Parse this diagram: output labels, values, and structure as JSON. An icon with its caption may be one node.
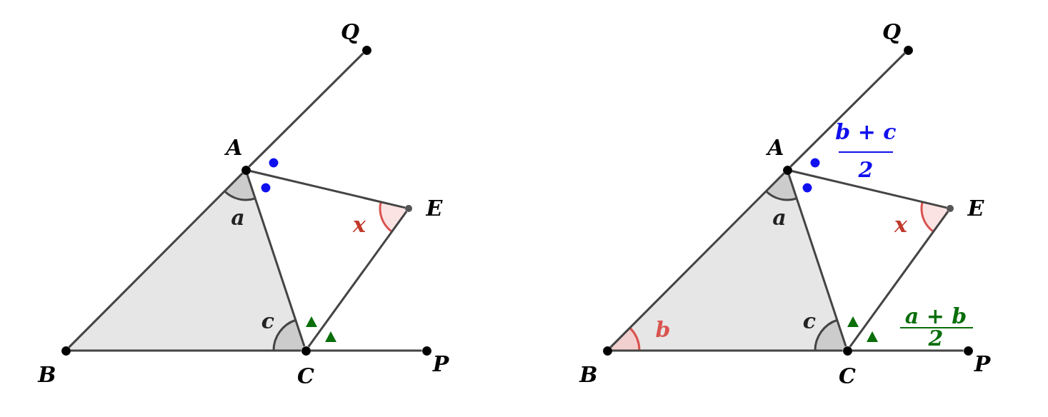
{
  "diagram": {
    "nodes": [
      {
        "text": [],
        "shape": "circle",
        "beside": [
          "Q"
        ]
      },
      {
        "text": [],
        "shape": "circle",
        "beside": [
          "A"
        ]
      },
      {
        "text": [],
        "shape": "circle",
        "beside": [
          "E"
        ]
      },
      {
        "text": [],
        "shape": "circle",
        "beside": [
          "B"
        ]
      },
      {
        "text": [],
        "shape": "circle",
        "beside": [
          "C"
        ]
      },
      {
        "text": [],
        "shape": "circle",
        "beside": [
          "P"
        ]
      },
      {
        "text": [],
        "shape": "circle",
        "beside": [
          "Q"
        ]
      },
      {
        "text": [],
        "shape": "circle",
        "beside": [
          "A"
        ]
      },
      {
        "text": [],
        "shape": "circle",
        "beside": [
          "E"
        ]
      },
      {
        "text": [],
        "shape": "circle",
        "beside": [
          "B"
        ]
      },
      {
        "text": [],
        "shape": "circle",
        "beside": [
          "C"
        ]
      },
      {
        "text": [],
        "shape": "circle",
        "beside": [
          "P"
        ]
      }
    ],
    "edges": [
      {
        "from": 1,
        "to": 0,
        "arrow": "none"
      },
      {
        "from": 1,
        "to": 2,
        "arrow": "none"
      },
      {
        "from": 3,
        "to": 1,
        "arrow": "none"
      },
      {
        "from": 1,
        "to": 4,
        "arrow": "none"
      },
      {
        "from": 2,
        "to": 4,
        "arrow": "none"
      },
      {
        "from": 3,
        "to": 4,
        "arrow": "none"
      },
      {
        "from": 4,
        "to": 5,
        "arrow": "none"
      },
      {
        "from": 7,
        "to": 6,
        "arrow": "none"
      },
      {
        "from": 7,
        "to": 8,
        "arrow": "none"
      },
      {
        "from": 9,
        "to": 7,
        "arrow": "none"
      },
      {
        "from": 7,
        "to": 10,
        "arrow": "none"
      },
      {
        "from": 8,
        "to": 10,
        "arrow": "none"
      },
      {
        "from": 9,
        "to": 10,
        "arrow": "none"
      },
      {
        "from": 10,
        "to": 11,
        "arrow": "none"
      }
    ],
    "labels": [
      "a",
      "x",
      "c",
      "b + c",
      "2",
      "a",
      "x",
      "a + b",
      "c",
      "b",
      "2"
    ]
  }
}
